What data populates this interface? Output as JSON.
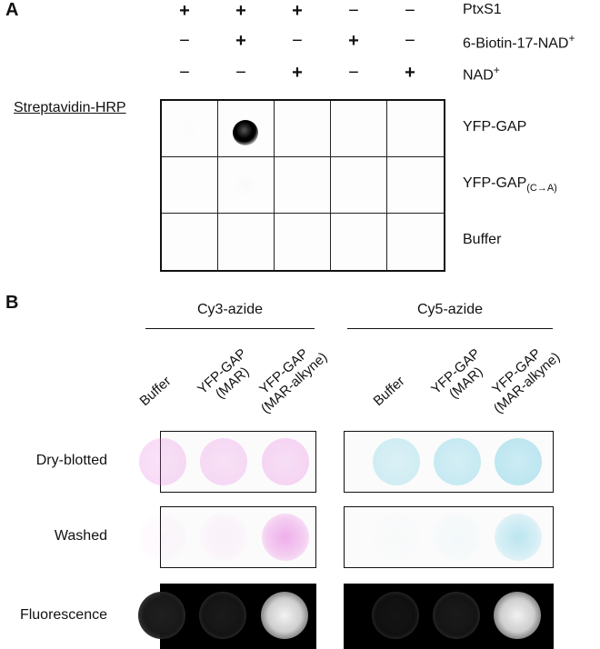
{
  "panel_a": {
    "label": "A",
    "rows": [
      {
        "name": "PtxS1",
        "signs": [
          "+",
          "+",
          "+",
          "−",
          "−"
        ]
      },
      {
        "name": "6-Biotin-17-NAD",
        "sup": "+",
        "signs": [
          "−",
          "+",
          "−",
          "+",
          "−"
        ]
      },
      {
        "name": "NAD",
        "sup": "+",
        "signs": [
          "−",
          "−",
          "+",
          "−",
          "+"
        ]
      }
    ],
    "detection_label": "Streptavidin-HRP",
    "blot_rows": [
      {
        "label": "YFP-GAP",
        "sub": ""
      },
      {
        "label": "YFP-GAP",
        "sub": "(C→A)"
      },
      {
        "label": "Buffer",
        "sub": ""
      }
    ],
    "signal": [
      [
        0.02,
        1.0,
        0.0,
        0.0,
        0.0
      ],
      [
        0.0,
        0.05,
        0.0,
        0.0,
        0.0
      ],
      [
        0.0,
        0.0,
        0.0,
        0.0,
        0.0
      ]
    ]
  },
  "panel_b": {
    "label": "B",
    "groups": [
      {
        "name": "Cy3-azide",
        "columns": [
          {
            "line1": "Buffer",
            "line2": ""
          },
          {
            "line1": "YFP-GAP",
            "line2": "(MAR)"
          },
          {
            "line1": "YFP-GAP",
            "line2": "(MAR-alkyne)"
          }
        ],
        "dye_color": "#e77be0"
      },
      {
        "name": "Cy5-azide",
        "columns": [
          {
            "line1": "Buffer",
            "line2": ""
          },
          {
            "line1": "YFP-GAP",
            "line2": "(MAR)"
          },
          {
            "line1": "YFP-GAP",
            "line2": "(MAR-alkyne)"
          }
        ],
        "dye_color": "#5cc6e0"
      }
    ],
    "rows": [
      {
        "label": "Dry-blotted"
      },
      {
        "label": "Washed"
      },
      {
        "label": "Fluorescence"
      }
    ],
    "intensities": {
      "dry_blotted": [
        [
          0.45,
          0.45,
          0.5
        ],
        [
          0.45,
          0.55,
          0.65
        ]
      ],
      "washed": [
        [
          0.05,
          0.08,
          0.6
        ],
        [
          0.02,
          0.05,
          0.4
        ]
      ],
      "fluorescence": [
        [
          0.12,
          0.1,
          0.95
        ],
        [
          0.08,
          0.1,
          0.95
        ]
      ]
    }
  }
}
